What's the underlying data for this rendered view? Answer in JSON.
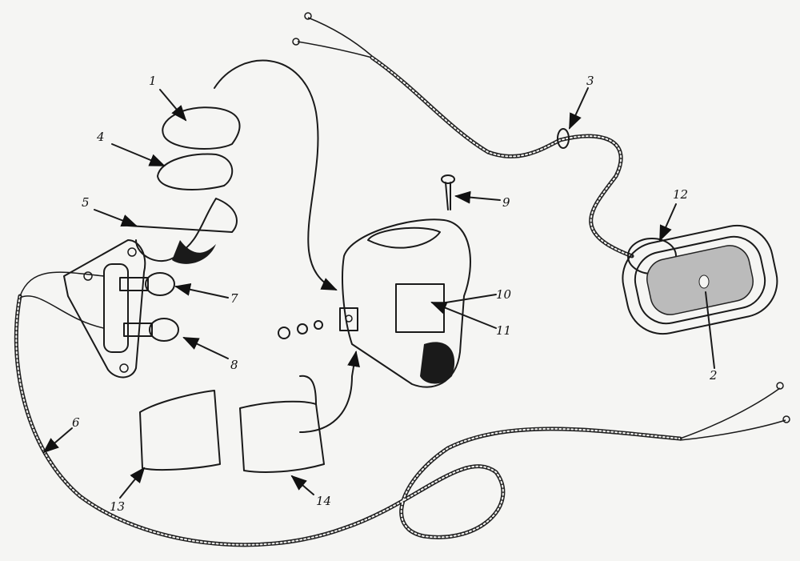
{
  "diagram": {
    "type": "exploded-view",
    "callouts": {
      "c1": "1",
      "c2": "2",
      "c3": "3",
      "c4": "4",
      "c5": "5",
      "c6": "6",
      "c7": "7",
      "c8": "8",
      "c9": "9",
      "c10": "10",
      "c11": "11",
      "c12": "12",
      "c13": "13",
      "c14": "14"
    }
  }
}
